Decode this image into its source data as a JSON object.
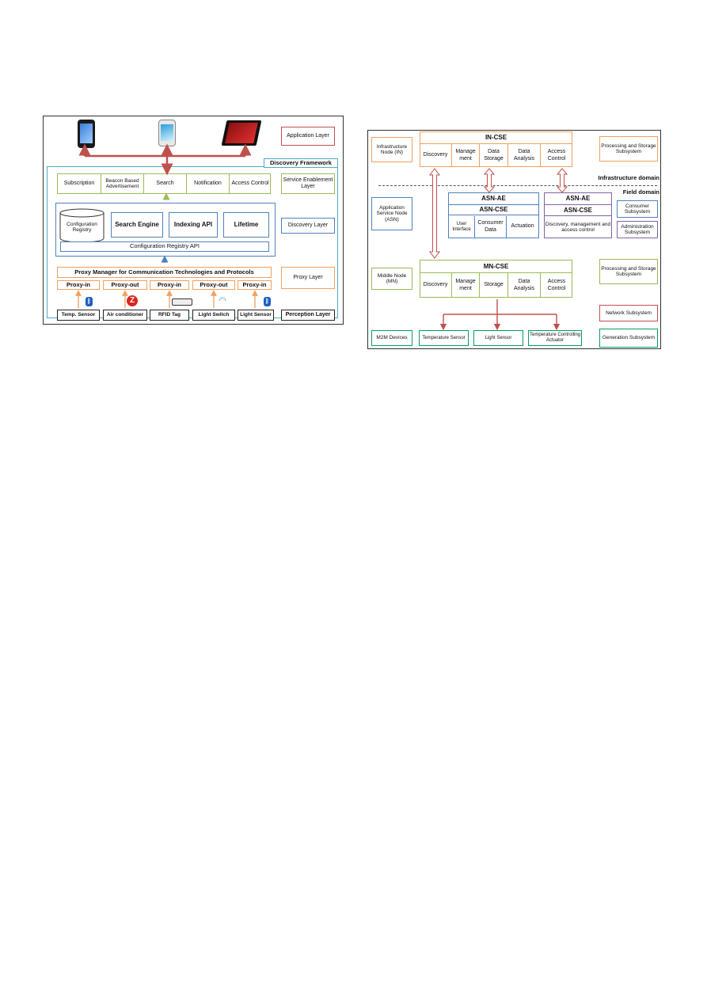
{
  "left_figure": {
    "application_layer": "Application Layer",
    "discovery_framework": "Discovery Framework",
    "service_layer": {
      "items": [
        "Subscription",
        "Beacon Based Advertisement",
        "Search",
        "Notification",
        "Access Control"
      ],
      "label": "Service Enablement Layer"
    },
    "discovery_layer": {
      "config_registry": "Configuration Registry",
      "search_engine": "Search Engine",
      "indexing_api": "Indexing API",
      "lifetime": "Lifetime",
      "registry_api": "Configuration Registry API",
      "label": "Discovery Layer"
    },
    "proxy_layer": {
      "manager": "Proxy Manager for Communication Technologies and Protocols",
      "proxies": [
        "Proxy-in",
        "Proxy-out",
        "Proxy-in",
        "Proxy-out",
        "Proxy-in"
      ],
      "label": "Proxy Layer"
    },
    "perception_layer": {
      "devices": [
        "Temp. Sensor",
        "Air conditioner",
        "RFID Tag",
        "Light Switch",
        "Light Sensor"
      ],
      "label": "Perception Layer"
    }
  },
  "right_figure": {
    "infrastructure_node": "Infrastructure Node (IN)",
    "in_cse": {
      "title": "IN-CSE",
      "items": [
        "Discovery",
        "Manage ment",
        "Data Storage",
        "Data Analysis",
        "Access Control"
      ]
    },
    "processing_storage_top": "Processing and Storage Subsystem",
    "infrastructure_domain": "Infrastructure domain",
    "field_domain": "Field domain",
    "asn_node": "Application Service Node (ASN)",
    "asn_left": {
      "ae": "ASN-AE",
      "cse": "ASN-CSE",
      "items": [
        "User Interface",
        "Consumer Data",
        "Actuation"
      ]
    },
    "asn_right": {
      "ae": "ASN-AE",
      "cse": "ASN-CSE",
      "desc": "Discovery, management and access control"
    },
    "consumer_subsystem": "Consumer Subsystem",
    "administration_subsystem": "Administration Subsystem",
    "middle_node": "Middle Node (MN)",
    "mn_cse": {
      "title": "MN-CSE",
      "items": [
        "Discovery",
        "Manage ment",
        "Storage",
        "Data Analysis",
        "Access Control"
      ]
    },
    "processing_storage_mid": "Processing and Storage Subsystem",
    "network_subsystem": "Network Subsystem",
    "m2m_devices": "M2M Devices",
    "devices": [
      "Temperature Sensor",
      "Light Sensor",
      "Temperature Controlling Actuator"
    ],
    "generation_subsystem": "Generation Subsystem"
  },
  "colors": {
    "orange": "#f0a060",
    "green": "#9bbb59",
    "blue": "#4f81bd",
    "purple": "#8064a2",
    "red_arrow": "#c0504d",
    "teal": "#4bacc6"
  }
}
